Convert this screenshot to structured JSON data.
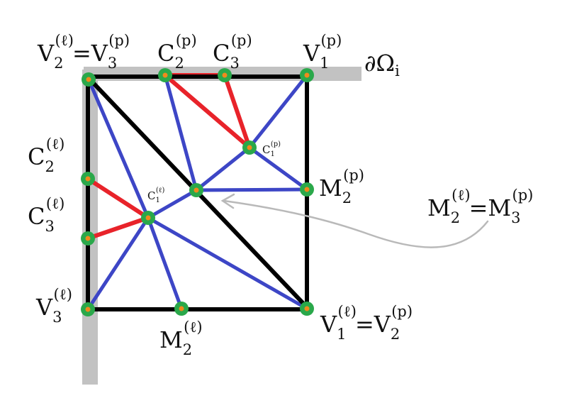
{
  "colors": {
    "background": "#ffffff",
    "boundary_band": "#c2c2c2",
    "square_edges": "#000000",
    "red_edges": "#e8232a",
    "blue_edges": "#3d46c6",
    "node_outer": "#2aa84a",
    "node_inner": "#f08a1c",
    "arrow": "#b9b9b9"
  },
  "labels": {
    "v2l_v3p": {
      "a": "V",
      "a_sub": "2",
      "a_sup": "(ℓ)",
      "eq": "=",
      "b": "V",
      "b_sub": "3",
      "b_sup": "(p)"
    },
    "c2p": {
      "base": "C",
      "sub": "2",
      "sup": "(p)"
    },
    "c3p": {
      "base": "C",
      "sub": "3",
      "sup": "(p)"
    },
    "v1p": {
      "base": "V",
      "sub": "1",
      "sup": "(p)"
    },
    "boundary": {
      "base": "∂Ω",
      "sub": "i"
    },
    "c1p": {
      "base": "C",
      "sub": "1",
      "sup": "(p)"
    },
    "c2l": {
      "base": "C",
      "sub": "2",
      "sup": "(ℓ)"
    },
    "c1l": {
      "base": "C",
      "sub": "1",
      "sup": "(ℓ)"
    },
    "m2p": {
      "base": "M",
      "sub": "2",
      "sup": "(p)"
    },
    "c3l": {
      "base": "C",
      "sub": "3",
      "sup": "(ℓ)"
    },
    "m2l_m3p": {
      "a": "M",
      "a_sub": "2",
      "a_sup": "(ℓ)",
      "eq": "=",
      "b": "M",
      "b_sub": "3",
      "b_sup": "(p)"
    },
    "v3l": {
      "base": "V",
      "sub": "3",
      "sup": "(ℓ)"
    },
    "m2l": {
      "base": "M",
      "sub": "2",
      "sup": "(ℓ)"
    },
    "v1l_v2p": {
      "a": "V",
      "a_sub": "1",
      "a_sup": "(ℓ)",
      "eq": "=",
      "b": "V",
      "b_sub": "2",
      "b_sup": "(p)"
    }
  }
}
